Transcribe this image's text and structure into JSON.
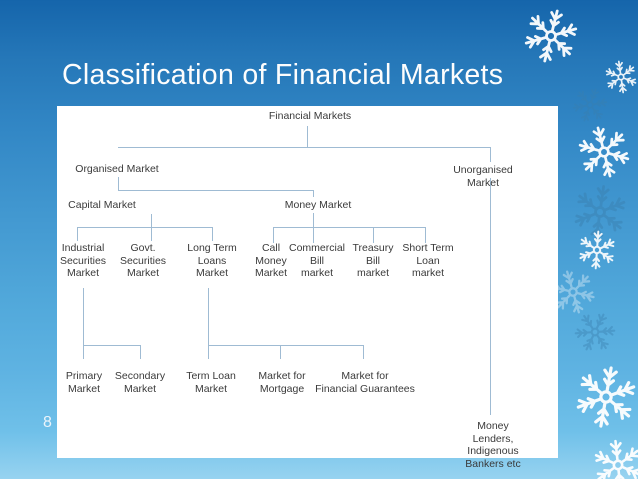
{
  "slide": {
    "title": "Classification of Financial Markets",
    "page_number": "8"
  },
  "colors": {
    "background_top": "#1565ab",
    "background_bottom": "#97d3f0",
    "panel_background": "#ffffff",
    "connector_line": "#9fbbd3",
    "diagram_text": "#3a3a3a",
    "title_text": "#fdfdfd"
  },
  "icons": {
    "snowflake-icon": "❄"
  },
  "nodes": {
    "financial_markets": "Financial Markets",
    "organised": "Organised Market",
    "unorganised": "Unorganised  Market",
    "capital": "Capital Market",
    "money": "Money Market",
    "industrial": "Industrial\nSecurities\nMarket",
    "govt": "Govt.\nSecurities\nMarket",
    "long_term": "Long Term\nLoans\nMarket",
    "call": "Call\nMoney\nMarket",
    "commercial": "Commercial\nBill\nmarket",
    "treasury": "Treasury\nBill\nmarket",
    "short_term": "Short Term\nLoan\nmarket",
    "primary": "Primary\nMarket",
    "secondary": "Secondary\nMarket",
    "term_loan": "Term Loan\nMarket",
    "mortgage": "Market for\nMortgage",
    "guarantees": "Market for\nFinancial Guarantees",
    "money_lenders": "Money Lenders,\nIndigenous Bankers etc"
  },
  "diagram": {
    "type": "classification-tree",
    "tree": {
      "label": "Financial Markets",
      "children": [
        {
          "label": "Organised Market",
          "children": [
            {
              "label": "Capital Market",
              "children": [
                {
                  "label": "Industrial Securities Market",
                  "children": [
                    {
                      "label": "Primary Market"
                    },
                    {
                      "label": "Secondary Market"
                    }
                  ]
                },
                {
                  "label": "Govt. Securities Market"
                },
                {
                  "label": "Long Term Loans Market",
                  "children": [
                    {
                      "label": "Term Loan Market"
                    },
                    {
                      "label": "Market for Mortgage"
                    },
                    {
                      "label": "Market for Financial Guarantees"
                    }
                  ]
                }
              ]
            },
            {
              "label": "Money Market",
              "children": [
                {
                  "label": "Call Money Market"
                },
                {
                  "label": "Commercial Bill market"
                },
                {
                  "label": "Treasury Bill market"
                },
                {
                  "label": "Short Term Loan market"
                }
              ]
            }
          ]
        },
        {
          "label": "Unorganised Market",
          "children": [
            {
              "label": "Money Lenders, Indigenous Bankers etc"
            }
          ]
        }
      ]
    }
  }
}
